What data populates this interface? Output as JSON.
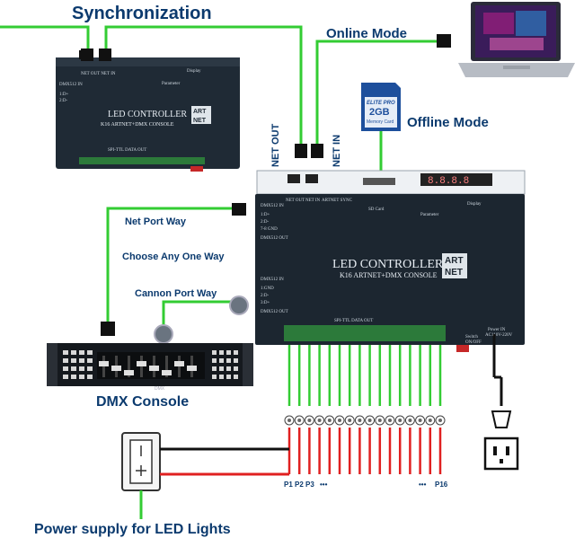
{
  "labels": {
    "synchronization": "Synchronization",
    "online_mode": "Online Mode",
    "offline_mode": "Offline Mode",
    "net_out": "NET OUT",
    "net_in": "NET IN",
    "net_port_way": "Net Port Way",
    "choose_any_one_way": "Choose Any One Way",
    "cannon_port_way": "Cannon Port Way",
    "dmx_console": "DMX Console",
    "power_supply": "Power supply for LED Lights",
    "p1": "P1",
    "p2": "P2",
    "p3": "P3",
    "dots1": "•••",
    "dots2": "•••",
    "p16": "P16"
  },
  "controller_small": {
    "title": "LED CONTROLLER",
    "subtitle": "K16 ARTNET+DMX CONSOLE",
    "art": "ART",
    "net": "NET",
    "spi": "SPI-TTL  DATA  OUT",
    "display": "Display",
    "parameter": "Parameter"
  },
  "controller_main": {
    "title": "LED CONTROLLER",
    "subtitle": "K16 ARTNET+DMX CONSOLE",
    "art": "ART",
    "net": "NET",
    "spi": "SPI-TTL  DATA  OUT",
    "display": "Display",
    "parameter": "Parameter",
    "sd": "SD Card",
    "switch": "Switch",
    "switch_sub": "ON/OFF",
    "power": "Power IN",
    "power_sub": "AC110V-220V",
    "port_net_out": "NET OUT",
    "port_net_in": "NET IN",
    "port_sync": "ARTNET SYNC",
    "dmx_in": "DMX512 IN",
    "dmx_out": "DMX512 OUT",
    "pins": [
      "1:D+",
      "2:D-",
      "7-8 GND"
    ],
    "pins2": [
      "1:GND",
      "2:D-",
      "3:D+"
    ]
  },
  "sd_card": {
    "brand": "ELITE PRO",
    "size": "2GB",
    "kind": "Memory Card"
  },
  "console": {
    "name": "DMX"
  },
  "colors": {
    "label": "#0b3a6e",
    "green_wire": "#33cc33",
    "red_wire": "#e02020",
    "device": "#1c2630"
  }
}
